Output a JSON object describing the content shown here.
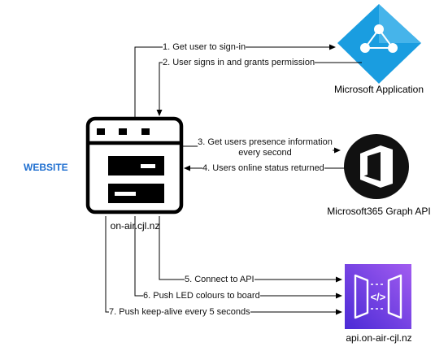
{
  "nodes": {
    "website": {
      "tag": "WEBSITE",
      "caption": "on-air.cjl.nz"
    },
    "ms_app": {
      "caption": "Microsoft Application",
      "color": "#1a9de0"
    },
    "graph_api": {
      "caption": "Microsoft365 Graph API",
      "color": "#ea3e23"
    },
    "api": {
      "caption": "api.on-air-cjl.nz",
      "color": "#7b3fe4"
    }
  },
  "steps": [
    {
      "label": "1. Get user to sign-in"
    },
    {
      "label": "2. User signs in and grants permission"
    },
    {
      "label": "3. Get users presence information\nevery second"
    },
    {
      "label": "4. Users online status returned"
    },
    {
      "label": "5. Connect to API"
    },
    {
      "label": "6. Push LED colours to board"
    },
    {
      "label": "7. Push keep-alive every 5 seconds"
    }
  ]
}
